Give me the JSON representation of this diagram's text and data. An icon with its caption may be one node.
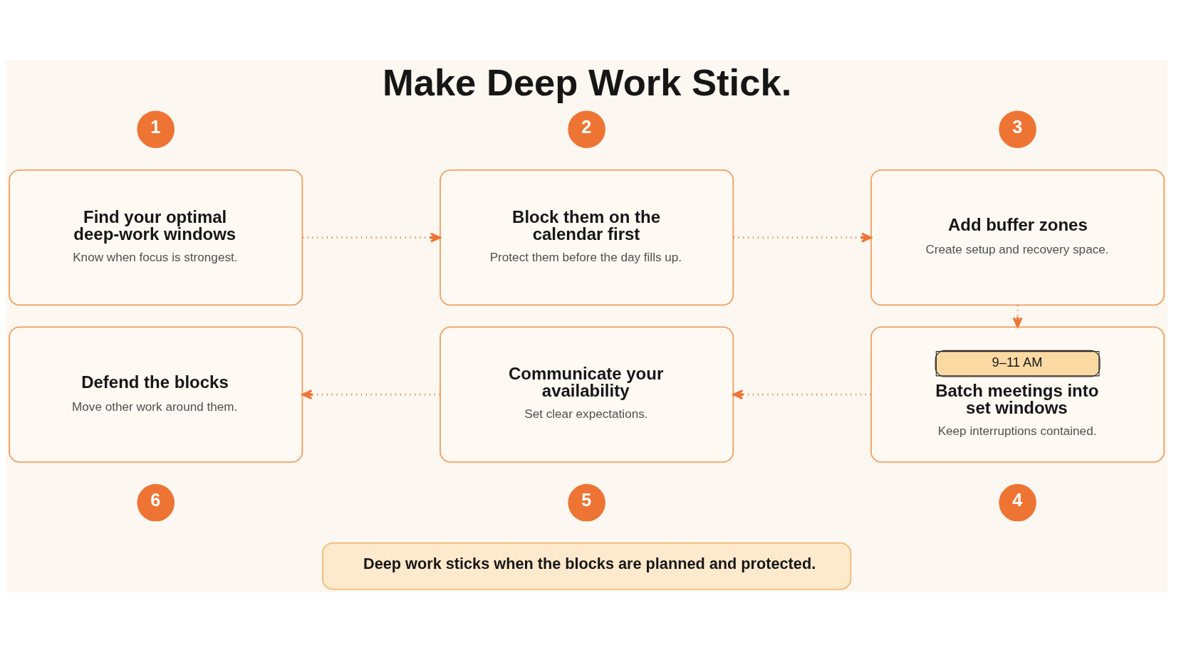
{
  "diagram": {
    "title": "Make Deep Work Stick.",
    "nodes": [
      {
        "text": [
          "1"
        ]
      },
      {
        "text": [
          "Find your optimal deep-work windows",
          "Know when focus is strongest."
        ]
      },
      {
        "text": [
          "2"
        ]
      },
      {
        "text": [
          "Block them on the calendar first",
          "Protect them before the day fills up."
        ]
      },
      {
        "text": [
          "3"
        ]
      },
      {
        "text": [
          "Add buffer zones",
          "Create setup and recovery space."
        ]
      },
      {
        "text": [
          "4"
        ]
      },
      {
        "text": [
          "9–11 AM",
          "Batch meetings into set windows",
          "Keep interruptions contained."
        ]
      },
      {
        "text": [
          "5"
        ]
      },
      {
        "text": [
          "Communicate your availability",
          "Set clear expectations."
        ]
      },
      {
        "text": [
          "6"
        ]
      },
      {
        "text": [
          "Defend the blocks",
          "Move other work around them."
        ]
      },
      {
        "text": [
          "Deep work sticks when the blocks are planned and protected."
        ]
      }
    ],
    "edges": [
      {
        "from": 1,
        "to": 3,
        "arrow": "to",
        "style": "dashed"
      },
      {
        "from": 3,
        "to": 5,
        "arrow": "to",
        "style": "dashed"
      },
      {
        "from": 5,
        "to": 7,
        "arrow": "to",
        "style": "dashed"
      },
      {
        "from": 7,
        "to": 9,
        "arrow": "to",
        "style": "dashed"
      },
      {
        "from": 9,
        "to": 11,
        "arrow": "to",
        "style": "dashed"
      }
    ]
  }
}
